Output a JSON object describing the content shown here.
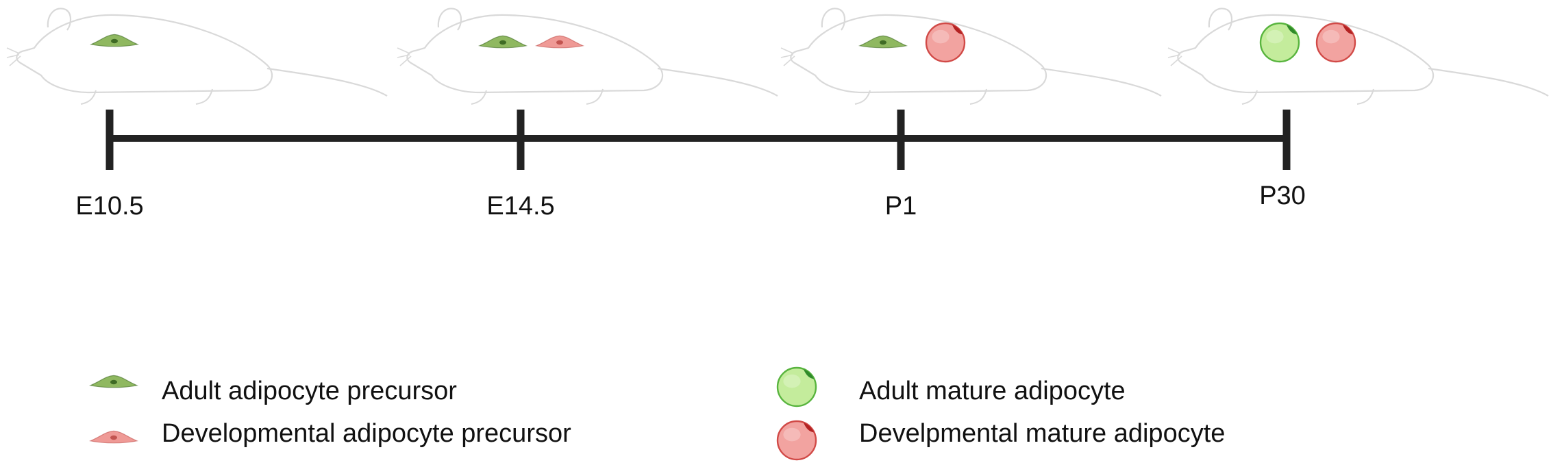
{
  "timeline": {
    "stages": [
      {
        "label": "E10.5",
        "cells": [
          "adult-precursor"
        ]
      },
      {
        "label": "E14.5",
        "cells": [
          "adult-precursor",
          "developmental-precursor"
        ]
      },
      {
        "label": "P1",
        "cells": [
          "adult-precursor",
          "developmental-mature"
        ]
      },
      {
        "label": "P30",
        "cells": [
          "adult-mature",
          "developmental-mature"
        ]
      }
    ]
  },
  "legend": {
    "items": [
      {
        "key": "adult-precursor",
        "label": "Adult adipocyte precursor"
      },
      {
        "key": "developmental-precursor",
        "label": "Developmental adipocyte precursor"
      },
      {
        "key": "adult-mature",
        "label": "Adult mature adipocyte"
      },
      {
        "key": "developmental-mature",
        "label": "Develpmental mature adipocyte"
      }
    ]
  },
  "colors": {
    "axis": "#222222",
    "mouse_outline": "#d9d9d9",
    "adult_precursor_fill": "#8fb860",
    "adult_precursor_nucleus": "#3f6b25",
    "developmental_precursor_fill": "#ef9a96",
    "developmental_precursor_nucleus": "#c25450",
    "adult_mature_fill": "#c4ec9c",
    "adult_mature_stroke": "#58b43e",
    "adult_mature_nucleus": "#2f8a2a",
    "developmental_mature_fill": "#f2a3a0",
    "developmental_mature_stroke": "#d14a47",
    "developmental_mature_nucleus": "#b32222"
  }
}
